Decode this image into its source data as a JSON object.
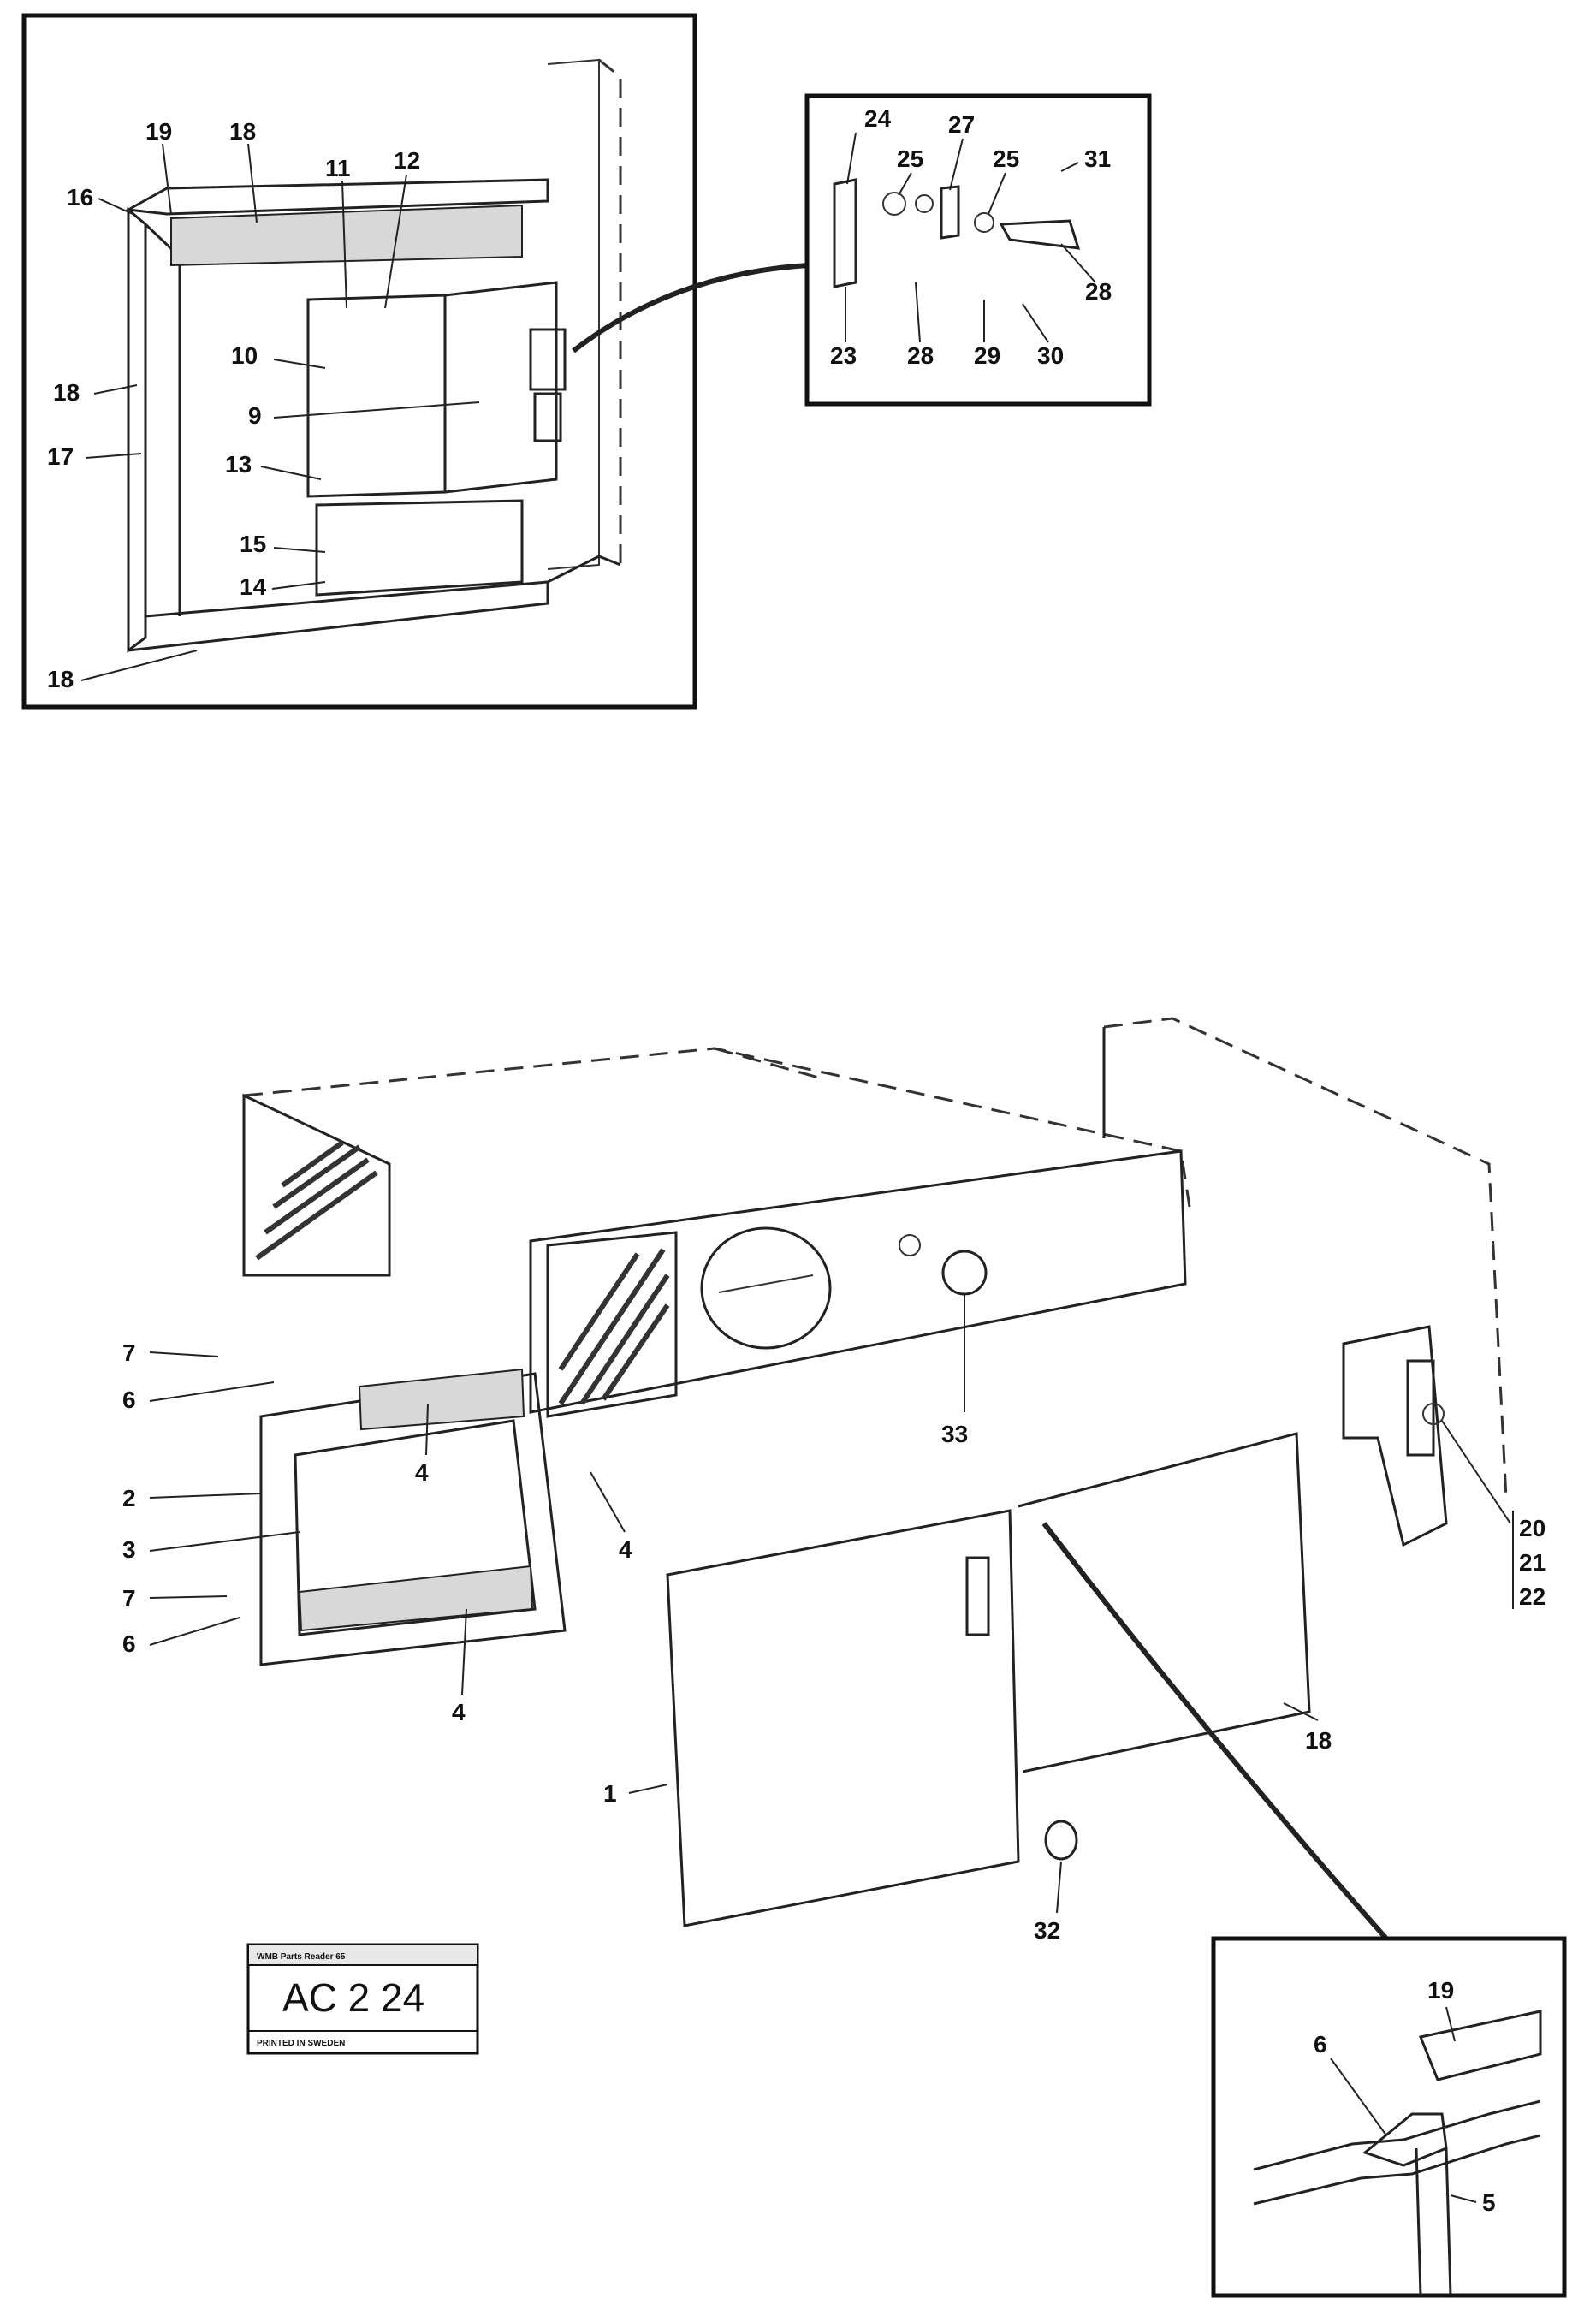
{
  "inset_top_left": {
    "labels": [
      "19",
      "18",
      "16",
      "11",
      "12",
      "10",
      "9",
      "18",
      "17",
      "13",
      "15",
      "14",
      "18"
    ]
  },
  "inset_top_right": {
    "labels": [
      "24",
      "27",
      "25",
      "25",
      "31",
      "28",
      "23",
      "28",
      "29",
      "30"
    ]
  },
  "main_view": {
    "labels": [
      "7",
      "6",
      "2",
      "3",
      "7",
      "6",
      "4",
      "4",
      "4",
      "33",
      "1",
      "32",
      "18",
      "20",
      "21",
      "22"
    ]
  },
  "inset_bottom_right": {
    "labels": [
      "19",
      "6",
      "5"
    ]
  },
  "stamp": {
    "top_text": "WMB Parts Reader 65",
    "ref": "AC 2 24",
    "bottom_text": "PRINTED IN SWEDEN"
  }
}
